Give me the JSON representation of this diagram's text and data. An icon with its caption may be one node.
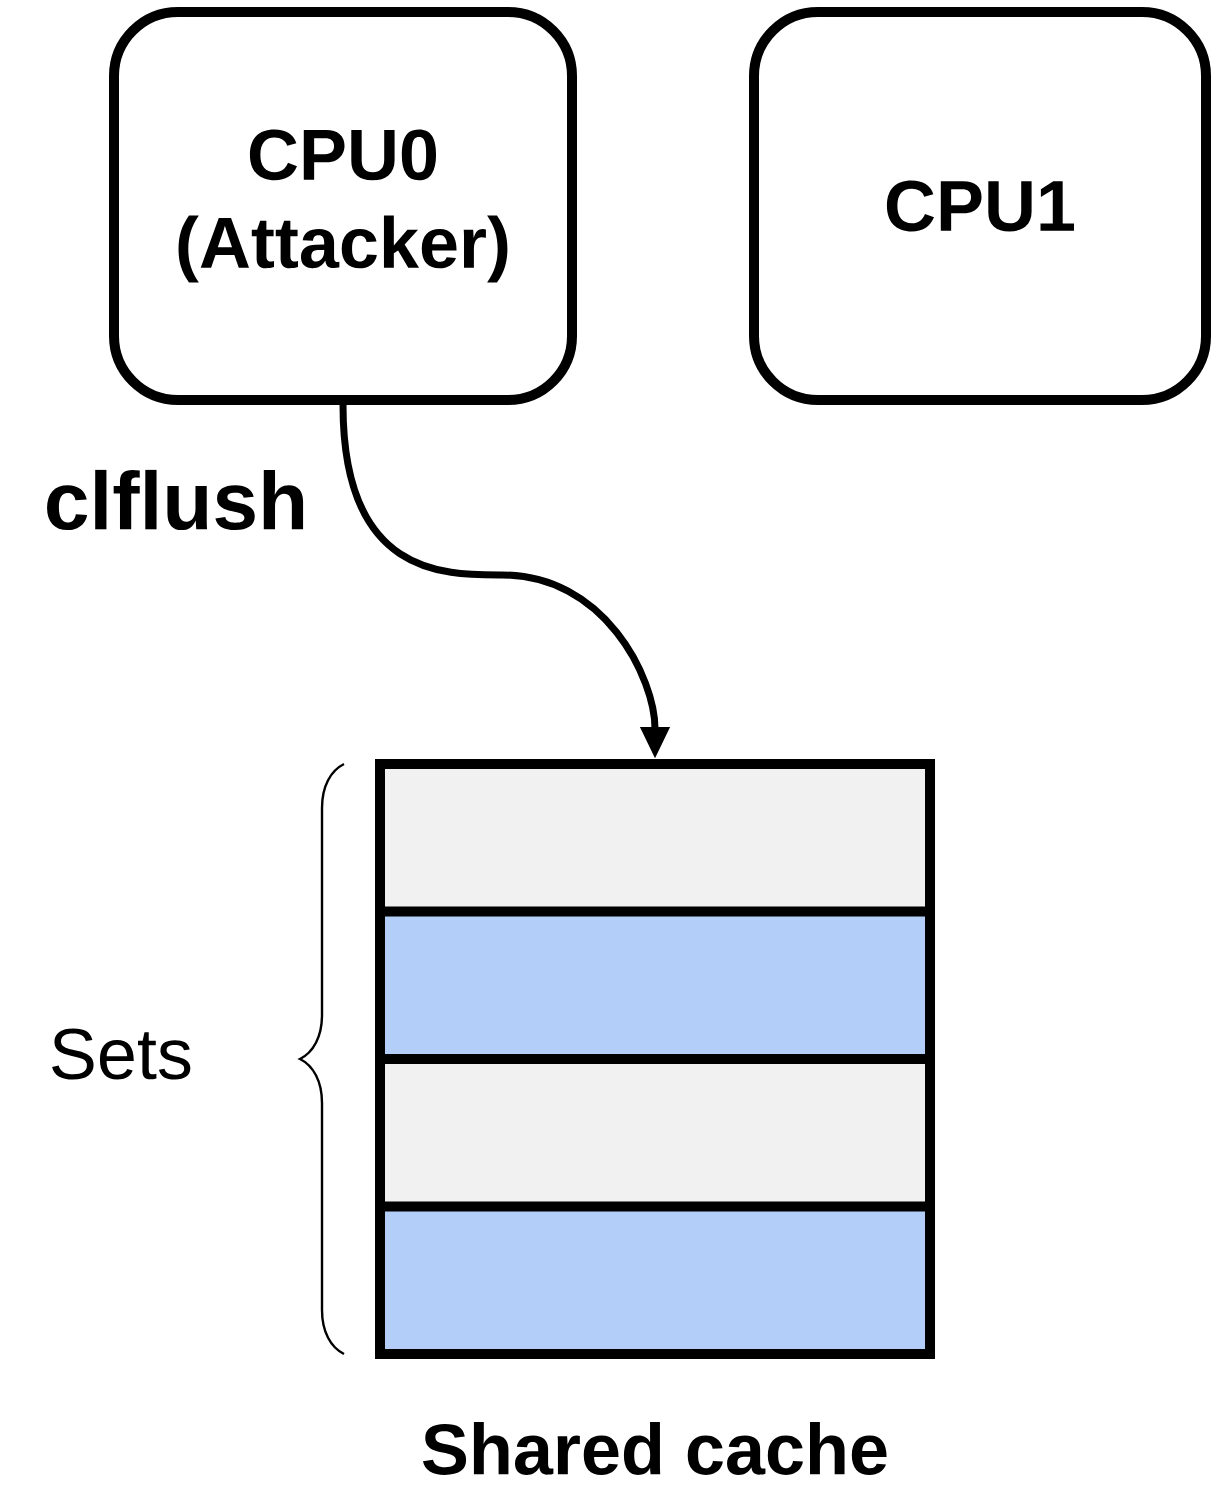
{
  "diagram": {
    "nodes": [
      {
        "text": [
          "CPU0 (Attacker)"
        ]
      },
      {
        "text": [
          "CPU1"
        ]
      },
      {
        "text": [],
        "shape": "box",
        "beside": [
          "Shared cache"
        ]
      }
    ],
    "edges": [
      {
        "from": 0,
        "to": 2,
        "arrow": "to",
        "label": "clflush"
      }
    ],
    "labels": [
      "Sets"
    ]
  }
}
